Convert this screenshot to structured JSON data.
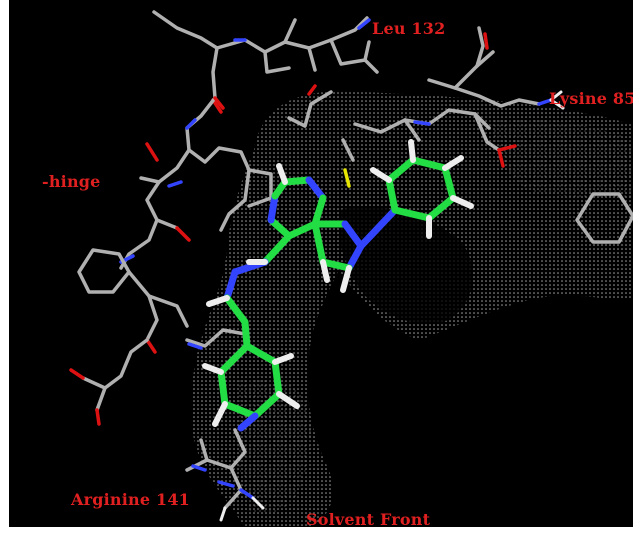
{
  "figure": {
    "background_color": "#000000",
    "label_color": "#e02020",
    "ligand_carbon_color": "#22dd44",
    "nitrogen_color": "#3344ff",
    "oxygen_color": "#dd1111",
    "hydrogen_color": "#eeeeee",
    "protein_carbon_color": "#b0b0b0",
    "sulfur_color": "#e6e600",
    "surface_color": "#d8d8d8"
  },
  "labels": {
    "leu": "Leu 132",
    "lysine": "Lysine 85",
    "hinge": "-hinge",
    "arginine": "Arginine 141",
    "solvent_front": "Solvent Front"
  }
}
